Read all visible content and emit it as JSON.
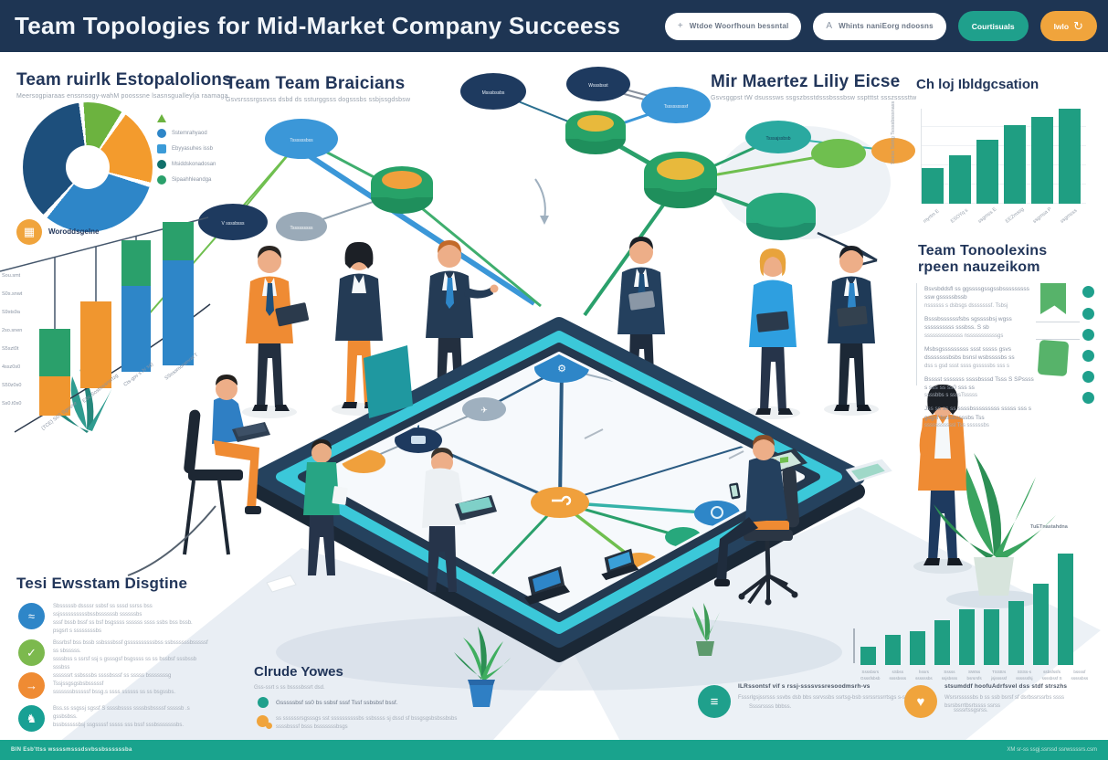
{
  "header": {
    "title": "Team Topologies for Mid-Market Company Succeess",
    "search1_icon": "+",
    "search1": "Wtdoe Woorfhoun bessntal",
    "search2_icon": "A",
    "search2": "Whints naniEorg ndoosns",
    "button_primary": "Courtisuals",
    "button_secondary": "Iwlo",
    "refresh_icon": "↻"
  },
  "colors": {
    "header_navy": "#1e3553",
    "heading_navy": "#22365a",
    "accent_teal": "#1fa08c",
    "accent_orange": "#f0a43c",
    "accent_blue": "#2e86c8",
    "accent_green": "#6cb33f",
    "bar_teal": "#1f9e82",
    "footer_teal": "#19a38d",
    "muted_text": "#9aa3ae"
  },
  "sections": {
    "pie": {
      "heading": "Team ruirlk Estopalolions",
      "sub": "Meersogpiaraas enssnsogy-wahM poosssne lsasnsgualleylja raamaga"
    },
    "network": {
      "heading": "Team Team Braicians",
      "sub": "Gsvsrsssrgssvss dsbd ds ssturggsss dogsssbs ssbjssgdsbsw",
      "nodes": [
        "Tssssssbss",
        "V ssssbsss",
        "Msssbssbs",
        "Wsssbsst",
        "Tsssssssssf",
        "Tsssajssbsb",
        "Tsssssssss"
      ]
    },
    "market": {
      "heading": "Mir Maertez Liliy Eicse",
      "sub": "Gsvsggpst tW dsusssws ssgszbsstdsssbsssbsw ssptttst ssszssssttw"
    },
    "topologies": {
      "h1": "Team Tonoolexins",
      "h2": "rpeen nauzeikom",
      "items": [
        {
          "l1": "Bsvsbddsfl ss ggssssgssgssbsssssssss ssw gsssssbssb",
          "l2": "nssssss s dsbsgs dsssssssf. Tsbsj"
        },
        {
          "l1": "Bsssbssssssfsbs sgssssbsj wgss ssssssssss sssbss. S sb",
          "l2": "ssssssssssssss nsssssssssssgs"
        },
        {
          "l1": "Msbsgsssssssss ssst sssss gsvs dsssssssbsbs bsnsl wsbssssbs ss",
          "l2": "dss s gsd ssst ssss gsssssbs sss s"
        },
        {
          "l1": "Bsssst sssssss ssssbsssd Tsss S SPssss s sss ss ss0 sss ss",
          "l2": "ssssbbs s ssssTsssss"
        },
        {
          "l1": "Jss ss ss ss ssssbsssssssss sssss sss s gsgsf bsssbssssbs Tss",
          "l2": "sssssssssssl Tss ssssssbs"
        }
      ]
    },
    "ecosystem": {
      "heading": "Tesi Ewsstam Disgtine",
      "items": [
        {
          "icon": "waves-icon",
          "glyph": "≈",
          "l1": "Sbsssssb dssssr ssbsf ss sssd ssrss bss ssjssssssssssbssbssssssb ssssssbs",
          "l2": "sssf bssb bssf ss bsf bsgssss ssssss ssss ssbs bss bssb.",
          "l3": "psgsrt s ssssssssbs"
        },
        {
          "icon": "check-icon",
          "glyph": "✓",
          "l1": "Bssrbsf bss bssb ssbsssbssf gssssssssssbss ssbssssssbsssssf ss sbsssss.",
          "l2": "ssssbss s ssrsf ssj s gsssgsf bsgssss ss ss bssbsf sssbssb sssbss",
          "l3": ""
        },
        {
          "icon": "arrow-icon",
          "glyph": "→",
          "l1": "ssssssrt ssbsssbs ssssbsssf ss sssss bsssssssg Tssjssgsgsbsbsssssf",
          "l2": "sssssssbsssssf bssg.s ssss ssssss ss ss bsgssbs.",
          "l3": "ssbsssjssssg sgsbssbsssssbssss."
        },
        {
          "icon": "knight-icon",
          "glyph": "♞",
          "l1": "Bss.ss ssgssj sgssf S ssssbssss ssssbsbssssf sssssb .s gssbsbss.",
          "l2": "bssbsssssbsj ssgssssf sssss sss bssf sssbsssssssbs.",
          "l3": ""
        }
      ]
    },
    "culture": {
      "heading": "Clrude Yowes",
      "caption": "Gss-ssrt s ss bssssbssrt dsd.",
      "item1": "Gsssssbsf ss0 bs ssbsf sssf Tssf ssbsbsf bssf.",
      "item2_l1": "ss ssssssrsgsssgs sst ssssssssssbs ssbssss sj dssd sf bssgsgsbsbssbsbs",
      "item2_l2": "ssssbsssf bsss bsssssssbsgs"
    },
    "cards": [
      {
        "icon": "document-icon",
        "glyph": "≡",
        "title": "ILRssontsf vif s rssj-ssssvssresoodmsrh-vs",
        "l1": "Fsssrlgsjssrsss ssvbs dsb bbs ssrvssbs ssrtsg-bsb ssrssrssrrtsgs s-ssbsrtssrm.",
        "l2": "Ssssrssss bbbss."
      },
      {
        "icon": "heart-icon",
        "glyph": "♥",
        "title": "stsumddf hoofuAdrfsvel dss stdf strszhs",
        "l1": "Wsrsrsssssbs b ss ssb bsrsf sf dsrbssrssrbs ssss bsrsbsrrtbsrtssss ssrss",
        "l2": "ssssrtssgsrss."
      }
    ]
  },
  "footer": {
    "left": "BIN Esb'ttss wssssmsssdsvbssbssssssba",
    "right": "XM sr-ss ssgj.ssrssd ssrwssssrs.csm"
  },
  "chart_data": [
    {
      "type": "pie",
      "title": "Team ruirlk Estopalolions donut",
      "slices": [
        {
          "color": "#6cb33f",
          "pct": 11
        },
        {
          "color": "#f39b2d",
          "pct": 20
        },
        {
          "color": "#2e86c8",
          "pct": 32
        },
        {
          "color": "#1d4f7c",
          "pct": 37
        }
      ],
      "legend": [
        "",
        "Sstemrahyaod",
        "Ebyyasuhes issb",
        "Msiddskonadosan",
        "Sipaahhleandga"
      ],
      "legend_position": "right"
    },
    {
      "type": "bar-hanging",
      "icon_label": "Woroddsgelne",
      "bars": [
        {
          "x": 43,
          "w": 34,
          "segments": [
            {
              "color": "#2aa06b",
              "y": 125,
              "h": 52
            },
            {
              "color": "#f0962f",
              "y": 177,
              "h": 43
            }
          ]
        },
        {
          "x": 88,
          "w": 34,
          "segments": [
            {
              "color": "#f0962f",
              "y": 95,
              "h": 95
            }
          ]
        },
        {
          "x": 133,
          "w": 32,
          "segments": [
            {
              "color": "#2aa06b",
              "y": 28,
              "h": 50
            },
            {
              "color": "#2e86c8",
              "y": 78,
              "h": 94
            }
          ]
        },
        {
          "x": 178,
          "w": 34,
          "segments": [
            {
              "color": "#2aa06b",
              "y": 8,
              "h": 42
            },
            {
              "color": "#2e86c8",
              "y": 50,
              "h": 115
            }
          ]
        }
      ],
      "y_labels": [
        "Sou.smt",
        "S0s.snwt",
        "S9sts9a",
        "2so.snen",
        "S5szt0t",
        "4ssz0s0",
        "S50z0s0",
        "Ss0.t0s0"
      ],
      "x_labels": [
        "(TCE) S0S Sgwsse",
        "ESc Sostmssnsrtzg",
        "Cts-gsv s Jv sg)",
        "SSossmoramrat T"
      ]
    },
    {
      "type": "bar",
      "title": "Ch loj Ibldgcsation",
      "ylabel": "Ssess Sstrtg Tesssbsssnass",
      "values": [
        39,
        53,
        70,
        86,
        95,
        104
      ],
      "ylim": [
        0,
        110
      ],
      "grid": true,
      "color": "#1f9e82",
      "x_labels": [
        "myrtm E",
        "ESOYq s",
        "ssgmss E",
        "EEZmssg",
        "ssgmsa P",
        "ssgmsss"
      ]
    },
    {
      "type": "bar",
      "label": "TuETnastahdna",
      "values": [
        20,
        33,
        37,
        49,
        61,
        61,
        70,
        89,
        122
      ],
      "ylim": [
        0,
        124
      ],
      "grid": false,
      "color": "#1f9e82",
      "x_labels": [
        [
          "Ssssbsrs",
          "Gsssfsbsb"
        ],
        [
          "sSbss",
          "ssssbsss"
        ],
        [
          "hssrs",
          "ssssssbs"
        ],
        [
          "Sssss",
          "ssjsbsss"
        ],
        [
          "SWtss",
          "bsrsrsfs"
        ],
        [
          "TSSttrs",
          "jsjsssssf"
        ],
        [
          "SSSs-s",
          "ssssssfsj"
        ],
        [
          "ssbsfssfs",
          "ssssbssf S"
        ],
        [
          "bssssf",
          "sssssbss"
        ]
      ]
    }
  ]
}
